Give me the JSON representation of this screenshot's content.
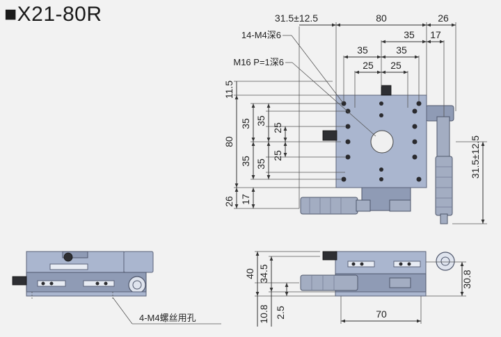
{
  "title": "■X21-80R",
  "top_view": {
    "dims_top": [
      "31.5±12.5",
      "80",
      "26"
    ],
    "dims_row2": [
      "35",
      "17"
    ],
    "dims_row3": [
      "35",
      "35"
    ],
    "dims_row4": [
      "25",
      "25"
    ],
    "callout_holes": "14-M4深6",
    "callout_center": "M16 P=1深6",
    "dims_left_outer": [
      "11.5",
      "80",
      "26"
    ],
    "dims_left_mid": [
      "35",
      "35",
      "17"
    ],
    "dims_left_inner": [
      "35",
      "25",
      "25",
      "35"
    ],
    "dim_right": "31.5±12.5"
  },
  "front_view": {
    "dims_left": [
      "40",
      "34.5",
      "10.8",
      "2.5"
    ],
    "dim_bottom": "70",
    "dim_right": "30.8"
  },
  "side_view": {
    "callout": "4-M4螺丝用孔"
  }
}
